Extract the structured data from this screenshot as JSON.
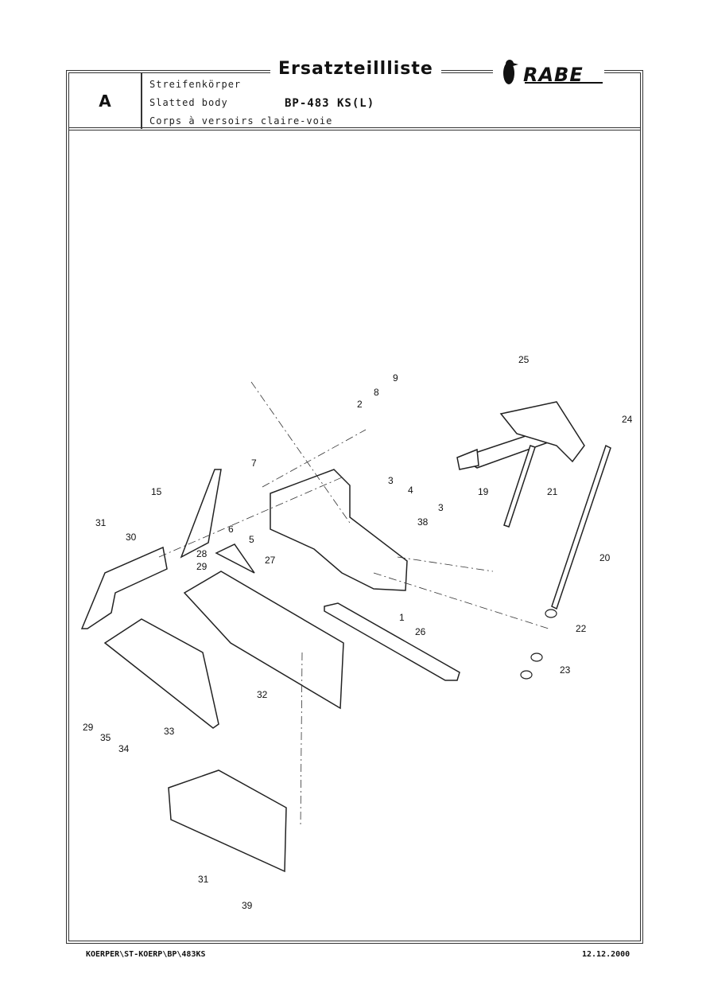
{
  "header": {
    "title": "Ersatzteillliste",
    "section_letter": "A",
    "subtitle_de": "Streifenkörper",
    "subtitle_en": "Slatted body",
    "subtitle_fr": "Corps à versoirs claire-voie",
    "model": "BP-483 KS(L)",
    "logo_text": "RABE"
  },
  "footer": {
    "path": "KOERPER\\ST-KOERP\\BP\\483KS",
    "date": "12.12.2000"
  },
  "part_labels": [
    "1",
    "2",
    "3",
    "3",
    "4",
    "5",
    "6",
    "7",
    "8",
    "9",
    "15",
    "19",
    "20",
    "21",
    "22",
    "23",
    "24",
    "25",
    "26",
    "27",
    "28",
    "29",
    "29",
    "30",
    "31",
    "31",
    "32",
    "33",
    "34",
    "35",
    "38",
    "39"
  ]
}
